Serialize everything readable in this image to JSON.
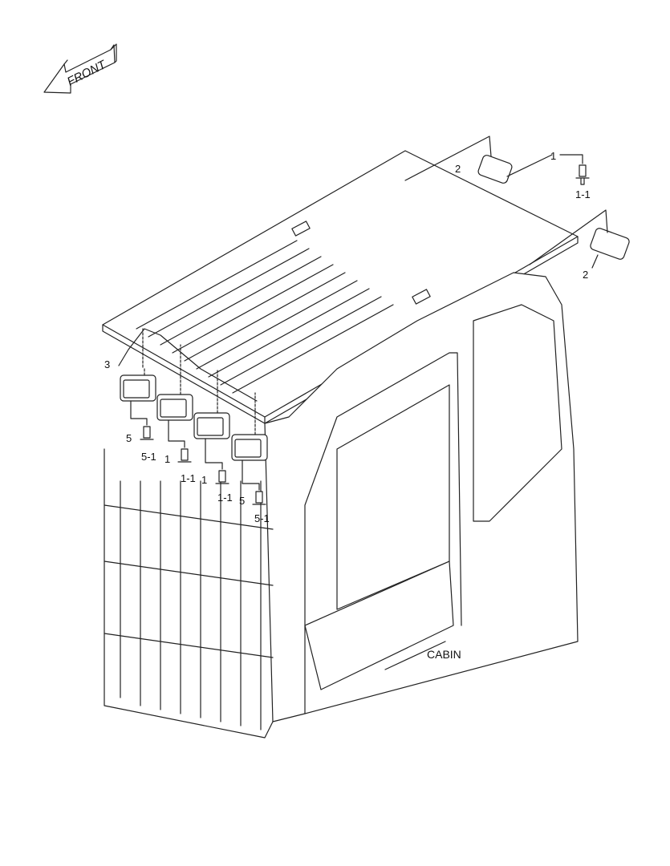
{
  "diagram": {
    "orientation_arrow": {
      "label": "FRONT",
      "icon": "front-arrow-icon"
    },
    "assembly_label": "CABIN",
    "callouts": [
      {
        "id": "roof-lamp-right-1",
        "label": "1"
      },
      {
        "id": "roof-lamp-right-1-bulb",
        "label": "1-1"
      },
      {
        "id": "roof-lamp-right-2-top",
        "label": "2"
      },
      {
        "id": "roof-lamp-right-2-bottom",
        "label": "2"
      },
      {
        "id": "harness",
        "label": "3"
      },
      {
        "id": "front-lamp-a",
        "label": "5"
      },
      {
        "id": "front-lamp-a-bulb",
        "label": "5-1"
      },
      {
        "id": "front-lamp-b",
        "label": "1"
      },
      {
        "id": "front-lamp-b-bulb",
        "label": "1-1"
      },
      {
        "id": "front-lamp-c",
        "label": "1"
      },
      {
        "id": "front-lamp-c-bulb",
        "label": "1-1"
      },
      {
        "id": "front-lamp-d",
        "label": "5"
      },
      {
        "id": "front-lamp-d-bulb",
        "label": "5-1"
      }
    ],
    "line_color": "#222222",
    "background": "#ffffff"
  }
}
